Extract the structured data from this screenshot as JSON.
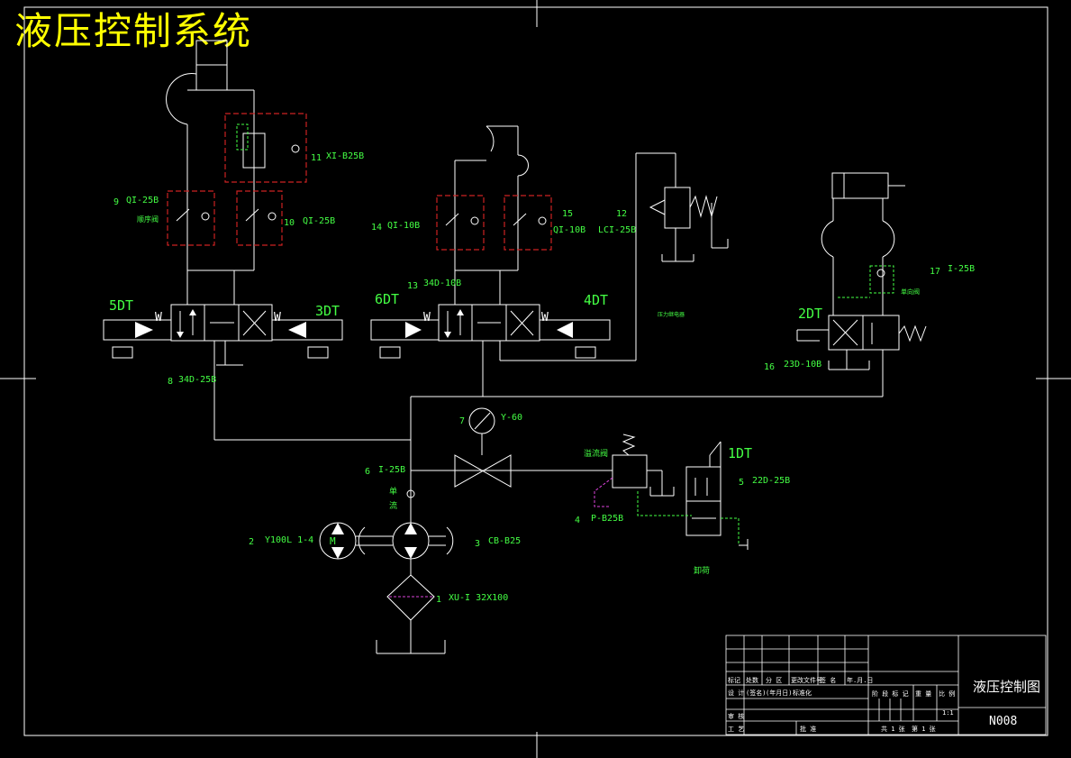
{
  "title": "液压控制系统",
  "labels": {
    "n1": "1",
    "c1": "XU-I  32X100",
    "n2": "2",
    "c2": "Y100L 1-4",
    "n3": "3",
    "c3": "CB-B25",
    "n4": "4",
    "c4": "P-B25B",
    "n5": "5",
    "c5": "22D-25B",
    "n6": "6",
    "c6": "I-25B",
    "n7": "7",
    "c7": "Y-60",
    "n8": "8",
    "c8": "34D-25B",
    "n9": "9",
    "c9": "QI-25B",
    "n10": "10",
    "c10": "QI-25B",
    "n11": "11",
    "c11": "XI-B25B",
    "n12": "12",
    "c12": "LCI-25B",
    "n13": "13",
    "c13": "34D-10B",
    "n14": "14",
    "c14": "QI-10B",
    "n15": "15",
    "c15": "QI-10B",
    "n16": "16",
    "c16": "23D-10B",
    "n17": "17",
    "c17": "I-25B",
    "motor": "M",
    "t1dt": "1DT",
    "t2dt": "2DT",
    "t3dt": "3DT",
    "t4dt": "4DT",
    "t5dt": "5DT",
    "t6dt": "6DT",
    "seq_valve": "顺序阀",
    "check_note_1": "单",
    "check_note_2": "流",
    "relief_valve": "溢流阀",
    "unload": "卸荷",
    "pressure_relay": "压力继电器",
    "check_b": "单向阀",
    "spring": "W"
  },
  "title_block": {
    "drawing_title": "液压控制图",
    "drawing_no": "N008",
    "scale": "1:1",
    "r1": [
      "标记",
      "处数",
      "分 区",
      "更改文件号",
      "签 名",
      "年.月.日"
    ],
    "r2": [
      "设 计",
      "(签名)",
      "(年月日)",
      "标准化"
    ],
    "r3": [
      "审 核"
    ],
    "r4": [
      "工 艺",
      "",
      "批 准"
    ],
    "stage": [
      "阶 段 标 记",
      "重 量",
      "比 例"
    ],
    "sheets": [
      "共 1 张",
      "第 1 张"
    ]
  }
}
